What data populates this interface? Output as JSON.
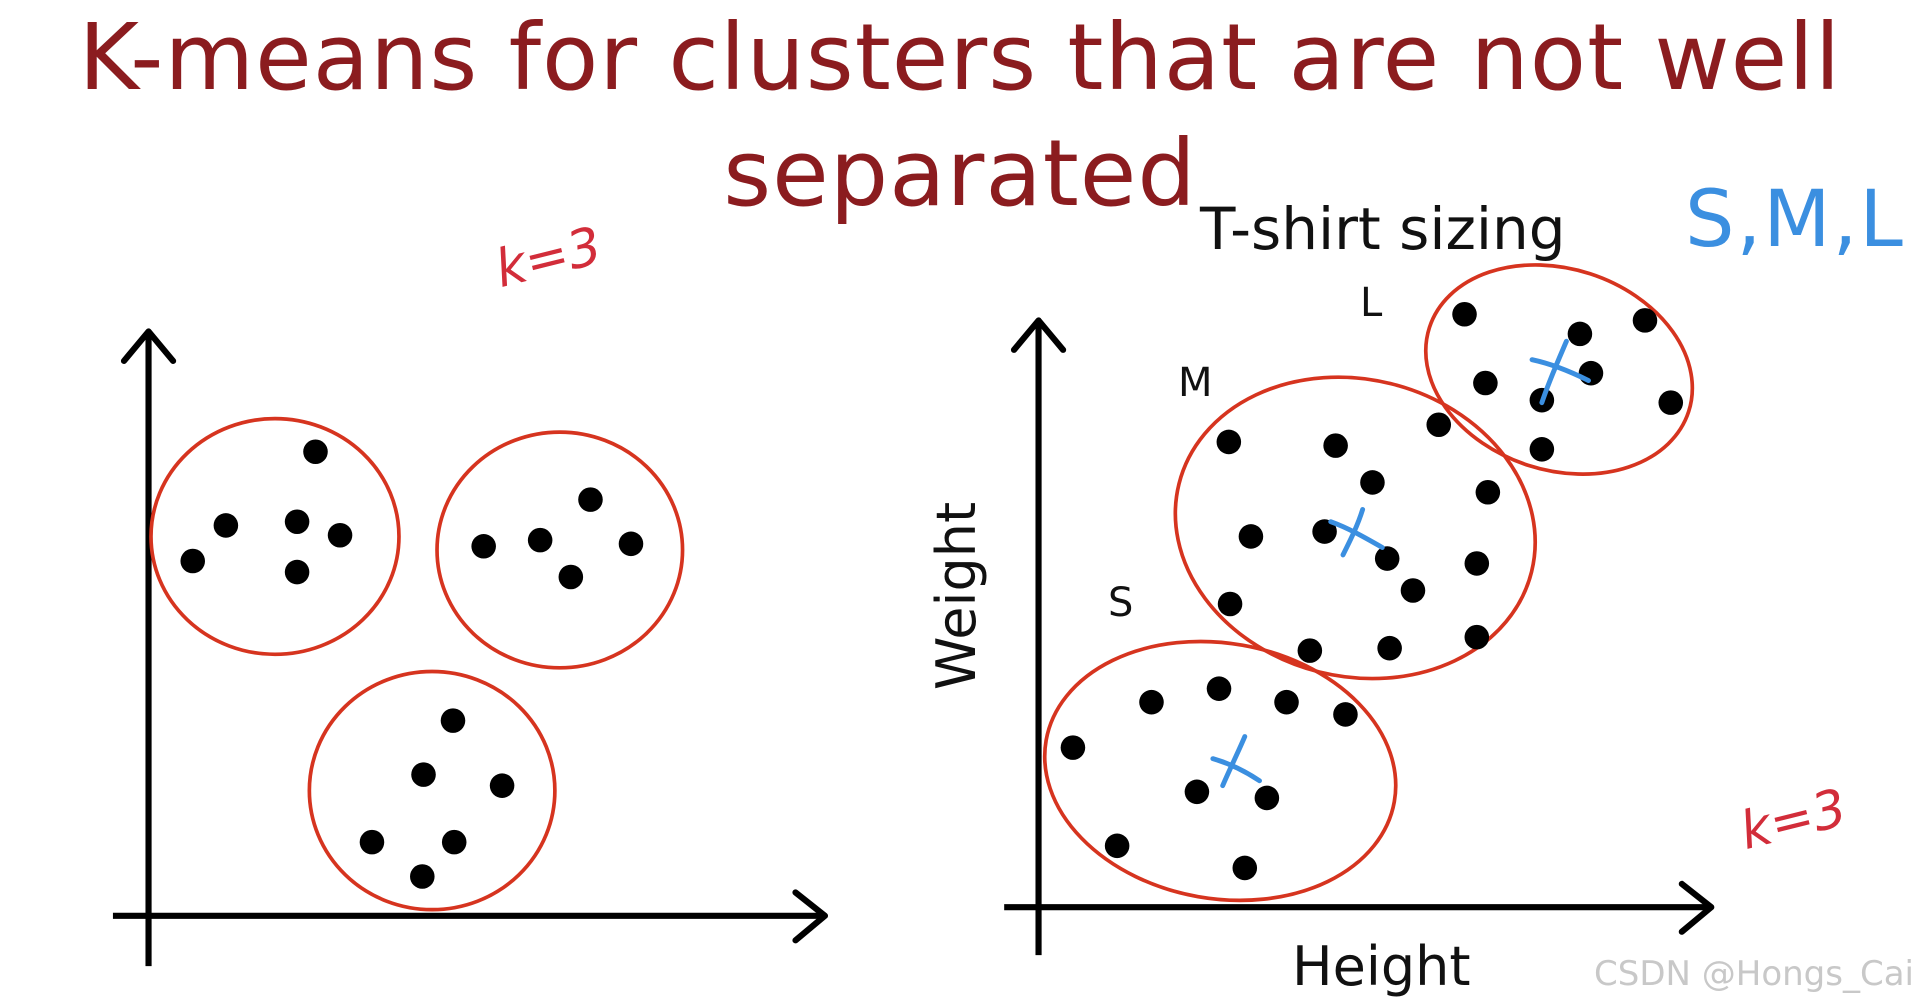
{
  "title": {
    "line1": "K-means for clusters that are not well",
    "line2": "separated"
  },
  "left_panel": {
    "annotation": "k=3",
    "clusters": [
      {
        "name": "cluster-top-left",
        "points": [
          [
            257,
            368
          ],
          [
            184,
            428
          ],
          [
            242,
            425
          ],
          [
            277,
            436
          ],
          [
            157,
            457
          ],
          [
            242,
            466
          ]
        ]
      },
      {
        "name": "cluster-top-right",
        "points": [
          [
            481,
            407
          ],
          [
            394,
            445
          ],
          [
            440,
            440
          ],
          [
            514,
            443
          ],
          [
            465,
            470
          ]
        ]
      },
      {
        "name": "cluster-bottom",
        "points": [
          [
            369,
            587
          ],
          [
            345,
            631
          ],
          [
            409,
            640
          ],
          [
            303,
            686
          ],
          [
            370,
            686
          ],
          [
            344,
            714
          ]
        ]
      }
    ]
  },
  "right_panel": {
    "heading": "T-shirt sizing",
    "sizes_note": "S,M,L",
    "annotation": "k=3",
    "x_axis_label": "Height",
    "y_axis_label": "Weight",
    "clusters": [
      {
        "label": "L",
        "points": [
          [
            1193,
            256
          ],
          [
            1287,
            272
          ],
          [
            1340,
            261
          ],
          [
            1296,
            304
          ],
          [
            1210,
            312
          ],
          [
            1256,
            326
          ],
          [
            1361,
            328
          ],
          [
            1256,
            366
          ]
        ]
      },
      {
        "label": "M",
        "points": [
          [
            1001,
            360
          ],
          [
            1088,
            363
          ],
          [
            1172,
            346
          ],
          [
            1118,
            393
          ],
          [
            1212,
            401
          ],
          [
            1019,
            437
          ],
          [
            1079,
            433
          ],
          [
            1130,
            455
          ],
          [
            1203,
            459
          ],
          [
            1151,
            481
          ],
          [
            1002,
            492
          ],
          [
            1067,
            530
          ],
          [
            1132,
            528
          ],
          [
            1203,
            519
          ]
        ]
      },
      {
        "label": "S",
        "points": [
          [
            938,
            572
          ],
          [
            993,
            561
          ],
          [
            1048,
            572
          ],
          [
            1096,
            582
          ],
          [
            874,
            609
          ],
          [
            975,
            645
          ],
          [
            1032,
            650
          ],
          [
            910,
            689
          ],
          [
            1014,
            707
          ]
        ]
      }
    ]
  },
  "watermark": "CSDN @Hongs_Cai",
  "colors": {
    "title": "#8b1c1f",
    "ellipse": "#d6341f",
    "centroid": "#3b8fe0",
    "annotation_red": "#d22d3a",
    "axis": "#000000"
  }
}
